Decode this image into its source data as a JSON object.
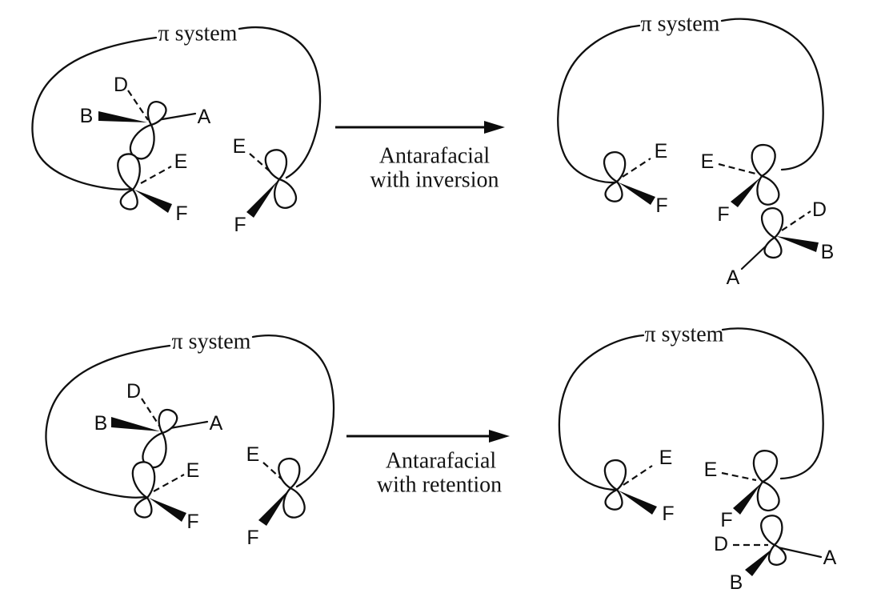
{
  "diagram": {
    "pi_system_label": "π system",
    "substituents": {
      "A": "A",
      "B": "B",
      "D": "D",
      "E": "E",
      "F": "F"
    },
    "reactions": [
      {
        "caption_line1": "Antarafacial",
        "caption_line2": "with inversion"
      },
      {
        "caption_line1": "Antarafacial",
        "caption_line2": "with retention"
      }
    ]
  }
}
